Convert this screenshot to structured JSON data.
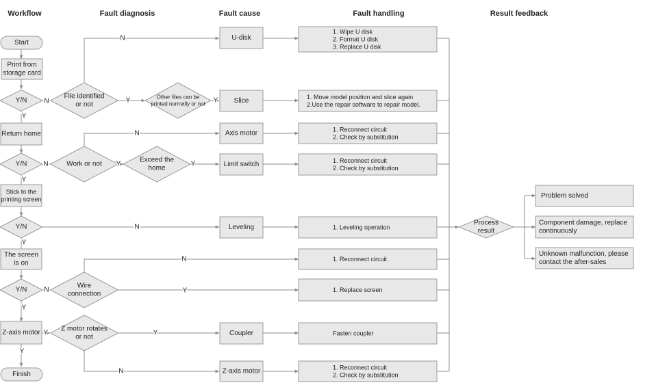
{
  "headers": {
    "workflow": "Workflow",
    "fault_diagnosis": "Fault diagnosis",
    "fault_cause": "Fault cause",
    "fault_handling": "Fault handling",
    "result_feedback": "Result feedback"
  },
  "workflow": {
    "start": "Start",
    "print_from_card": [
      "Print from",
      "storage card"
    ],
    "yn": "Y/N",
    "return_home": "Return home",
    "stick_screen": [
      "Stick to the",
      "printing screen"
    ],
    "screen_on": [
      "The screen",
      "is on"
    ],
    "z_axis_motor": "Z-axis motor",
    "finish": "Finish"
  },
  "diagnosis": {
    "file_identified": [
      "File identified",
      "or not"
    ],
    "other_files": [
      "Other files can be",
      "printed normally or not"
    ],
    "work_or_not": "Work or not",
    "exceed_home": [
      "Exceed the",
      "home"
    ],
    "wire_connection": [
      "Wire",
      "connection"
    ],
    "z_motor_rotates": [
      "Z motor rotates",
      "or not"
    ]
  },
  "causes": {
    "u_disk": "U-disk",
    "slice": "Slice",
    "axis_motor": "Axis motor",
    "limit_switch": "Limit switch",
    "leveling": "Leveling",
    "coupler": "Coupler",
    "z_axis_motor": "Z-axis motor"
  },
  "handling": {
    "u_disk": [
      "1. Wipe U disk",
      "2. Format U disk",
      "3. Replace U disk"
    ],
    "slice": [
      "1. Move model position and slice again",
      "2.Use the repair software to repair model."
    ],
    "axis_motor": [
      "1. Reconnect circuit",
      "2. Check by substitution"
    ],
    "limit_switch": [
      "1. Reconnect circuit",
      "2. Check by substitution"
    ],
    "leveling": [
      "1. Leveling operation"
    ],
    "reconnect": [
      "1. Reconnect circuit"
    ],
    "replace_screen": [
      "1. Replace screen"
    ],
    "fasten_coupler": [
      "Fasten coupler"
    ],
    "z_axis_motor": [
      "1. Reconnect circuit",
      "2. Check by substitution"
    ]
  },
  "feedback": {
    "process_result": [
      "Process",
      "result"
    ],
    "problem_solved": [
      "Problem solved"
    ],
    "component_damage": [
      "Component damage, replace",
      "continuously"
    ],
    "unknown_malfunction": [
      "Unknown malfunction, please",
      "contact the after-sales"
    ]
  },
  "edge_labels": {
    "yes": "Y",
    "no": "N"
  },
  "colors": {
    "box_fill": "#e8e8e8",
    "box_stroke": "#9a9a9a",
    "line": "#8c8c8c",
    "text": "#222222"
  }
}
